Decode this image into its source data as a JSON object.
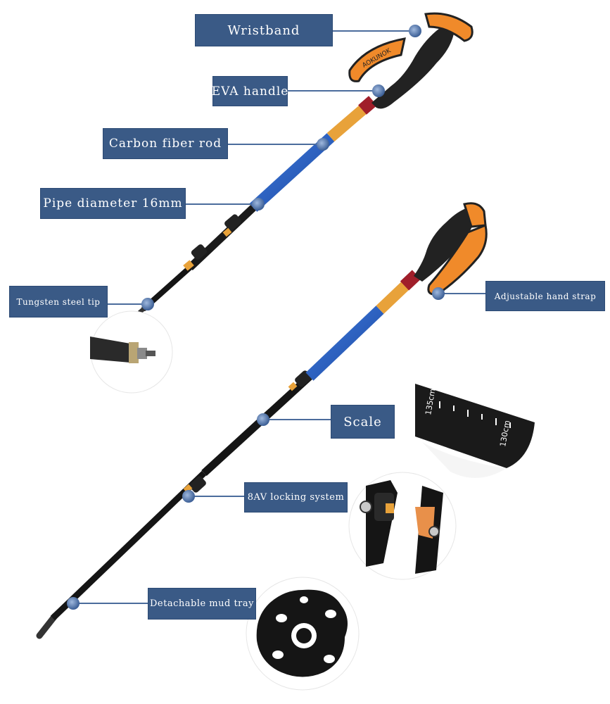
{
  "labels": {
    "wristband": "Wristband",
    "eva_handle": "EVA handle",
    "carbon_fiber_rod": "Carbon fiber rod",
    "pipe_diameter": "Pipe diameter 16mm",
    "tungsten_tip": "Tungsten steel tip",
    "hand_strap": "Adjustable hand strap",
    "scale": "Scale",
    "locking_system": "8AV locking system",
    "mud_tray": "Detachable mud tray"
  },
  "brand_text": "AOKUNOK",
  "scale_marks": {
    "upper": "135cm",
    "lower": "130cm"
  },
  "colors": {
    "label_bg": "#3a5a86",
    "label_text": "#ffffff",
    "pole_blue": "#2a5fc0",
    "pole_orange": "#e8a23a",
    "pole_black": "#151515",
    "grip_black": "#222222",
    "strap_orange": "#f08a2a",
    "accent_red": "#a01e2a",
    "dot_blue": "#5a7fb8"
  }
}
